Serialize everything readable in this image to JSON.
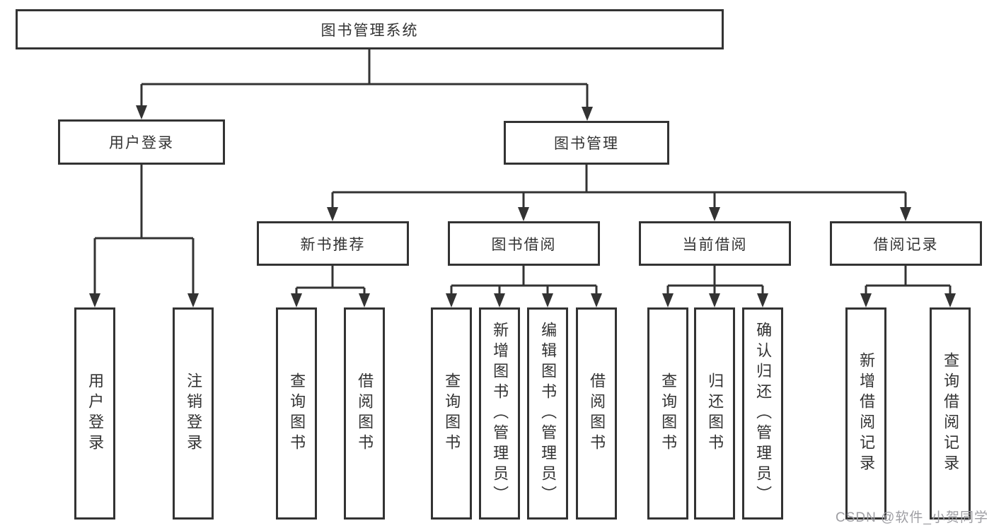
{
  "diagram": {
    "root": {
      "label": "图书管理系统"
    },
    "branches": [
      {
        "label": "用户登录",
        "children": [
          {
            "label": "用户登录"
          },
          {
            "label": "注销登录"
          }
        ]
      },
      {
        "label": "图书管理",
        "children": [
          {
            "label": "新书推荐",
            "children": [
              {
                "label": "查询图书"
              },
              {
                "label": "借阅图书"
              }
            ]
          },
          {
            "label": "图书借阅",
            "children": [
              {
                "label": "查询图书"
              },
              {
                "label": "新增图书（管理员）"
              },
              {
                "label": "编辑图书（管理员）"
              },
              {
                "label": "借阅图书"
              }
            ]
          },
          {
            "label": "当前借阅",
            "children": [
              {
                "label": "查询图书"
              },
              {
                "label": "归还图书"
              },
              {
                "label": "确认归还（管理员）"
              }
            ]
          },
          {
            "label": "借阅记录",
            "children": [
              {
                "label": "新增借阅记录"
              },
              {
                "label": "查询借阅记录"
              }
            ]
          }
        ]
      }
    ]
  },
  "watermark": {
    "text": "CSDN @软件_小贺同学"
  },
  "colors": {
    "line": "#333333",
    "box_border": "#333333",
    "box_fill": "#ffffff",
    "text": "#333333",
    "watermark": "#9e9ea3",
    "background": "#ffffff"
  }
}
